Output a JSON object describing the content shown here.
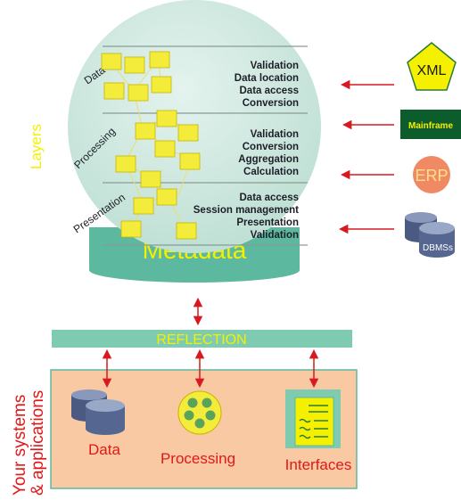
{
  "sphere": {
    "title": "Layers",
    "layers": [
      {
        "name": "Data",
        "items": [
          "Validation",
          "Data location",
          "Data access",
          "Conversion"
        ]
      },
      {
        "name": "Processing",
        "items": [
          "Validation",
          "Conversion",
          "Aggregation",
          "Calculation"
        ]
      },
      {
        "name": "Presentation",
        "items": [
          "Data access",
          "Session management",
          "Presentation",
          "Validation"
        ]
      }
    ],
    "base_label": "Metadata"
  },
  "sources": {
    "xml": "XML",
    "mainframe": "Mainframe",
    "erp": "ERP",
    "dbms": "DBMSs"
  },
  "reflection_label": "REFLECTION",
  "systems": {
    "side_label_line1": "Your systems",
    "side_label_line2": "& applications",
    "data": "Data",
    "processing": "Processing",
    "interfaces": "Interfaces"
  },
  "colors": {
    "sphere": "#cfe8df",
    "base": "#5cb89e",
    "reflection_bar": "#7fcbb2",
    "systems_box": "#f8c9a3",
    "arrow": "#d8191f",
    "label_yellow": "#f4f000",
    "label_red": "#e01818"
  }
}
